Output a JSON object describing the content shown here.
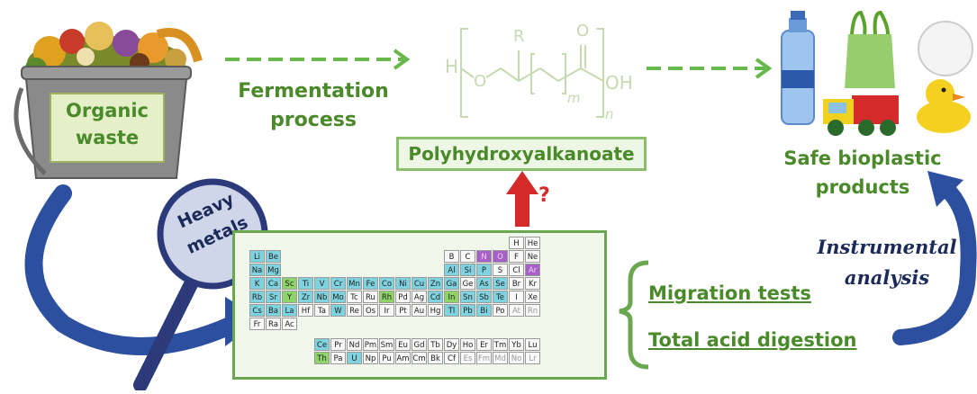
{
  "labels": {
    "organic_waste": [
      "Organic",
      "waste"
    ],
    "fermentation": [
      "Fermentation",
      "process"
    ],
    "polymer_name": "Polyhydroxyalkanoate",
    "question_mark": "?",
    "heavy_metals": [
      "Heavy",
      "metals"
    ],
    "products": [
      "Safe bioplastic",
      "products"
    ],
    "instrumental": [
      "Instrumental",
      "analysis"
    ],
    "migration": "Migration tests",
    "digestion": "Total acid digestion"
  },
  "formula": {
    "h_left": "H",
    "o_left": "O",
    "r_group": "R",
    "o_top": "O",
    "oh_right": "OH",
    "sub_m": "m",
    "sub_n": "n"
  },
  "colors": {
    "green_text": "#4a8a2a",
    "dashed_arrow": "#66b84a",
    "blue_arrow": "#2d4fa0",
    "red_arrow": "#d42a2a",
    "table_border": "#6aa84f"
  },
  "periodic_table": {
    "rows": [
      [
        {
          "s": "H",
          "c": 17,
          "k": "w"
        },
        {
          "s": "He",
          "c": 18,
          "k": "w"
        }
      ],
      [
        {
          "s": "Li",
          "c": 1,
          "k": "b"
        },
        {
          "s": "Be",
          "c": 2,
          "k": "b"
        },
        {
          "s": "B",
          "c": 13,
          "k": "w"
        },
        {
          "s": "C",
          "c": 14,
          "k": "w"
        },
        {
          "s": "N",
          "c": 15,
          "k": "p"
        },
        {
          "s": "O",
          "c": 16,
          "k": "p"
        },
        {
          "s": "F",
          "c": 17,
          "k": "w"
        },
        {
          "s": "Ne",
          "c": 18,
          "k": "w"
        }
      ],
      [
        {
          "s": "Na",
          "c": 1,
          "k": "b"
        },
        {
          "s": "Mg",
          "c": 2,
          "k": "b"
        },
        {
          "s": "Al",
          "c": 13,
          "k": "b"
        },
        {
          "s": "Si",
          "c": 14,
          "k": "b"
        },
        {
          "s": "P",
          "c": 15,
          "k": "b"
        },
        {
          "s": "S",
          "c": 16,
          "k": "w"
        },
        {
          "s": "Cl",
          "c": 17,
          "k": "w"
        },
        {
          "s": "Ar",
          "c": 18,
          "k": "p"
        }
      ],
      [
        {
          "s": "K",
          "c": 1,
          "k": "b"
        },
        {
          "s": "Ca",
          "c": 2,
          "k": "b"
        },
        {
          "s": "Sc",
          "c": 3,
          "k": "g"
        },
        {
          "s": "Ti",
          "c": 4,
          "k": "b"
        },
        {
          "s": "V",
          "c": 5,
          "k": "b"
        },
        {
          "s": "Cr",
          "c": 6,
          "k": "b"
        },
        {
          "s": "Mn",
          "c": 7,
          "k": "b"
        },
        {
          "s": "Fe",
          "c": 8,
          "k": "b"
        },
        {
          "s": "Co",
          "c": 9,
          "k": "b"
        },
        {
          "s": "Ni",
          "c": 10,
          "k": "b"
        },
        {
          "s": "Cu",
          "c": 11,
          "k": "b"
        },
        {
          "s": "Zn",
          "c": 12,
          "k": "b"
        },
        {
          "s": "Ga",
          "c": 13,
          "k": "b"
        },
        {
          "s": "Ge",
          "c": 14,
          "k": "w"
        },
        {
          "s": "As",
          "c": 15,
          "k": "b"
        },
        {
          "s": "Se",
          "c": 16,
          "k": "b"
        },
        {
          "s": "Br",
          "c": 17,
          "k": "w"
        },
        {
          "s": "Kr",
          "c": 18,
          "k": "w"
        }
      ],
      [
        {
          "s": "Rb",
          "c": 1,
          "k": "b"
        },
        {
          "s": "Sr",
          "c": 2,
          "k": "b"
        },
        {
          "s": "Y",
          "c": 3,
          "k": "g"
        },
        {
          "s": "Zr",
          "c": 4,
          "k": "b"
        },
        {
          "s": "Nb",
          "c": 5,
          "k": "b"
        },
        {
          "s": "Mo",
          "c": 6,
          "k": "b"
        },
        {
          "s": "Tc",
          "c": 7,
          "k": "w"
        },
        {
          "s": "Ru",
          "c": 8,
          "k": "w"
        },
        {
          "s": "Rh",
          "c": 9,
          "k": "g"
        },
        {
          "s": "Pd",
          "c": 10,
          "k": "w"
        },
        {
          "s": "Ag",
          "c": 11,
          "k": "w"
        },
        {
          "s": "Cd",
          "c": 12,
          "k": "b"
        },
        {
          "s": "In",
          "c": 13,
          "k": "g"
        },
        {
          "s": "Sn",
          "c": 14,
          "k": "b"
        },
        {
          "s": "Sb",
          "c": 15,
          "k": "b"
        },
        {
          "s": "Te",
          "c": 16,
          "k": "b"
        },
        {
          "s": "I",
          "c": 17,
          "k": "w"
        },
        {
          "s": "Xe",
          "c": 18,
          "k": "w"
        }
      ],
      [
        {
          "s": "Cs",
          "c": 1,
          "k": "b"
        },
        {
          "s": "Ba",
          "c": 2,
          "k": "b"
        },
        {
          "s": "La",
          "c": 3,
          "k": "b"
        },
        {
          "s": "Hf",
          "c": 4,
          "k": "w"
        },
        {
          "s": "Ta",
          "c": 5,
          "k": "w"
        },
        {
          "s": "W",
          "c": 6,
          "k": "b"
        },
        {
          "s": "Re",
          "c": 7,
          "k": "w"
        },
        {
          "s": "Os",
          "c": 8,
          "k": "w"
        },
        {
          "s": "Ir",
          "c": 9,
          "k": "w"
        },
        {
          "s": "Pt",
          "c": 10,
          "k": "w"
        },
        {
          "s": "Au",
          "c": 11,
          "k": "w"
        },
        {
          "s": "Hg",
          "c": 12,
          "k": "w"
        },
        {
          "s": "Tl",
          "c": 13,
          "k": "b"
        },
        {
          "s": "Pb",
          "c": 14,
          "k": "b"
        },
        {
          "s": "Bi",
          "c": 15,
          "k": "b"
        },
        {
          "s": "Po",
          "c": 16,
          "k": "w"
        },
        {
          "s": "At",
          "c": 17,
          "k": "l"
        },
        {
          "s": "Rn",
          "c": 18,
          "k": "l"
        }
      ],
      [
        {
          "s": "Fr",
          "c": 1,
          "k": "w"
        },
        {
          "s": "Ra",
          "c": 2,
          "k": "w"
        },
        {
          "s": "Ac",
          "c": 3,
          "k": "w"
        }
      ],
      [
        {
          "s": "Ce",
          "c": 5,
          "k": "b"
        },
        {
          "s": "Pr",
          "c": 6,
          "k": "w"
        },
        {
          "s": "Nd",
          "c": 7,
          "k": "w"
        },
        {
          "s": "Pm",
          "c": 8,
          "k": "w"
        },
        {
          "s": "Sm",
          "c": 9,
          "k": "w"
        },
        {
          "s": "Eu",
          "c": 10,
          "k": "w"
        },
        {
          "s": "Gd",
          "c": 11,
          "k": "w"
        },
        {
          "s": "Tb",
          "c": 12,
          "k": "w"
        },
        {
          "s": "Dy",
          "c": 13,
          "k": "w"
        },
        {
          "s": "Ho",
          "c": 14,
          "k": "w"
        },
        {
          "s": "Er",
          "c": 15,
          "k": "w"
        },
        {
          "s": "Tm",
          "c": 16,
          "k": "w"
        },
        {
          "s": "Yb",
          "c": 17,
          "k": "w"
        },
        {
          "s": "Lu",
          "c": 18,
          "k": "w"
        }
      ],
      [
        {
          "s": "Th",
          "c": 5,
          "k": "g"
        },
        {
          "s": "Pa",
          "c": 6,
          "k": "w"
        },
        {
          "s": "U",
          "c": 7,
          "k": "b"
        },
        {
          "s": "Np",
          "c": 8,
          "k": "w"
        },
        {
          "s": "Pu",
          "c": 9,
          "k": "w"
        },
        {
          "s": "Am",
          "c": 10,
          "k": "w"
        },
        {
          "s": "Cm",
          "c": 11,
          "k": "w"
        },
        {
          "s": "Bk",
          "c": 12,
          "k": "w"
        },
        {
          "s": "Cf",
          "c": 13,
          "k": "w"
        },
        {
          "s": "Es",
          "c": 14,
          "k": "l"
        },
        {
          "s": "Fm",
          "c": 15,
          "k": "l"
        },
        {
          "s": "Md",
          "c": 16,
          "k": "l"
        },
        {
          "s": "No",
          "c": 17,
          "k": "l"
        },
        {
          "s": "Lr",
          "c": 18,
          "k": "l"
        }
      ]
    ]
  }
}
